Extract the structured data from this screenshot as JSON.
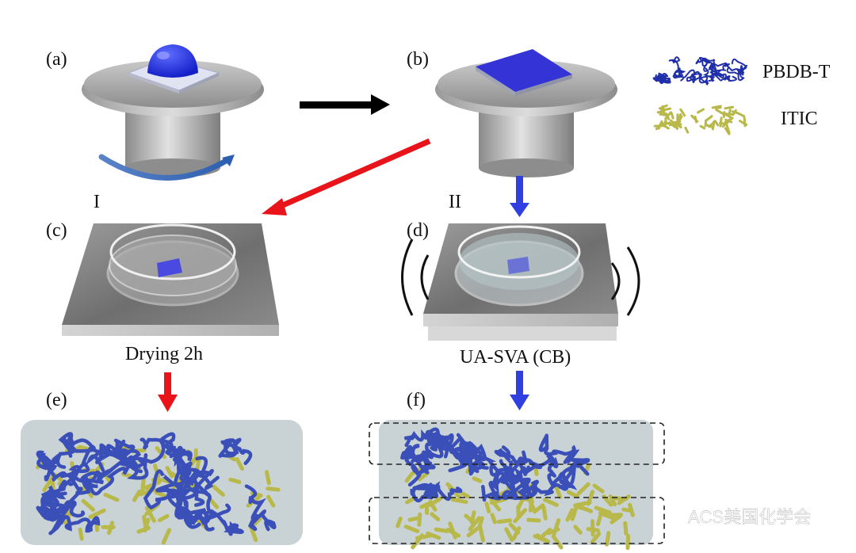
{
  "panels": {
    "a": "(a)",
    "b": "(b)",
    "c": "(c)",
    "d": "(d)",
    "e": "(e)",
    "f": "(f)"
  },
  "routes": {
    "route_1": "I",
    "route_2": "II"
  },
  "steps": {
    "drying": "Drying 2h",
    "ua_sva": "UA-SVA (CB)"
  },
  "legend": [
    {
      "label": "PBDB-T",
      "color": "#2b3fa8"
    },
    {
      "label": "ITIC",
      "color": "#b8b63a"
    }
  ],
  "watermark": {
    "text": "ACS美国化学会",
    "icon": "wechat-icon"
  },
  "colors": {
    "route_1": "#e8141a",
    "route_2": "#2f3fe0",
    "main_arrow": "#000000",
    "polymer": "#3a4fb8",
    "acceptor": "#b9b84a",
    "film_bg": "#c9d3d6",
    "substrate": "#3434d6"
  }
}
